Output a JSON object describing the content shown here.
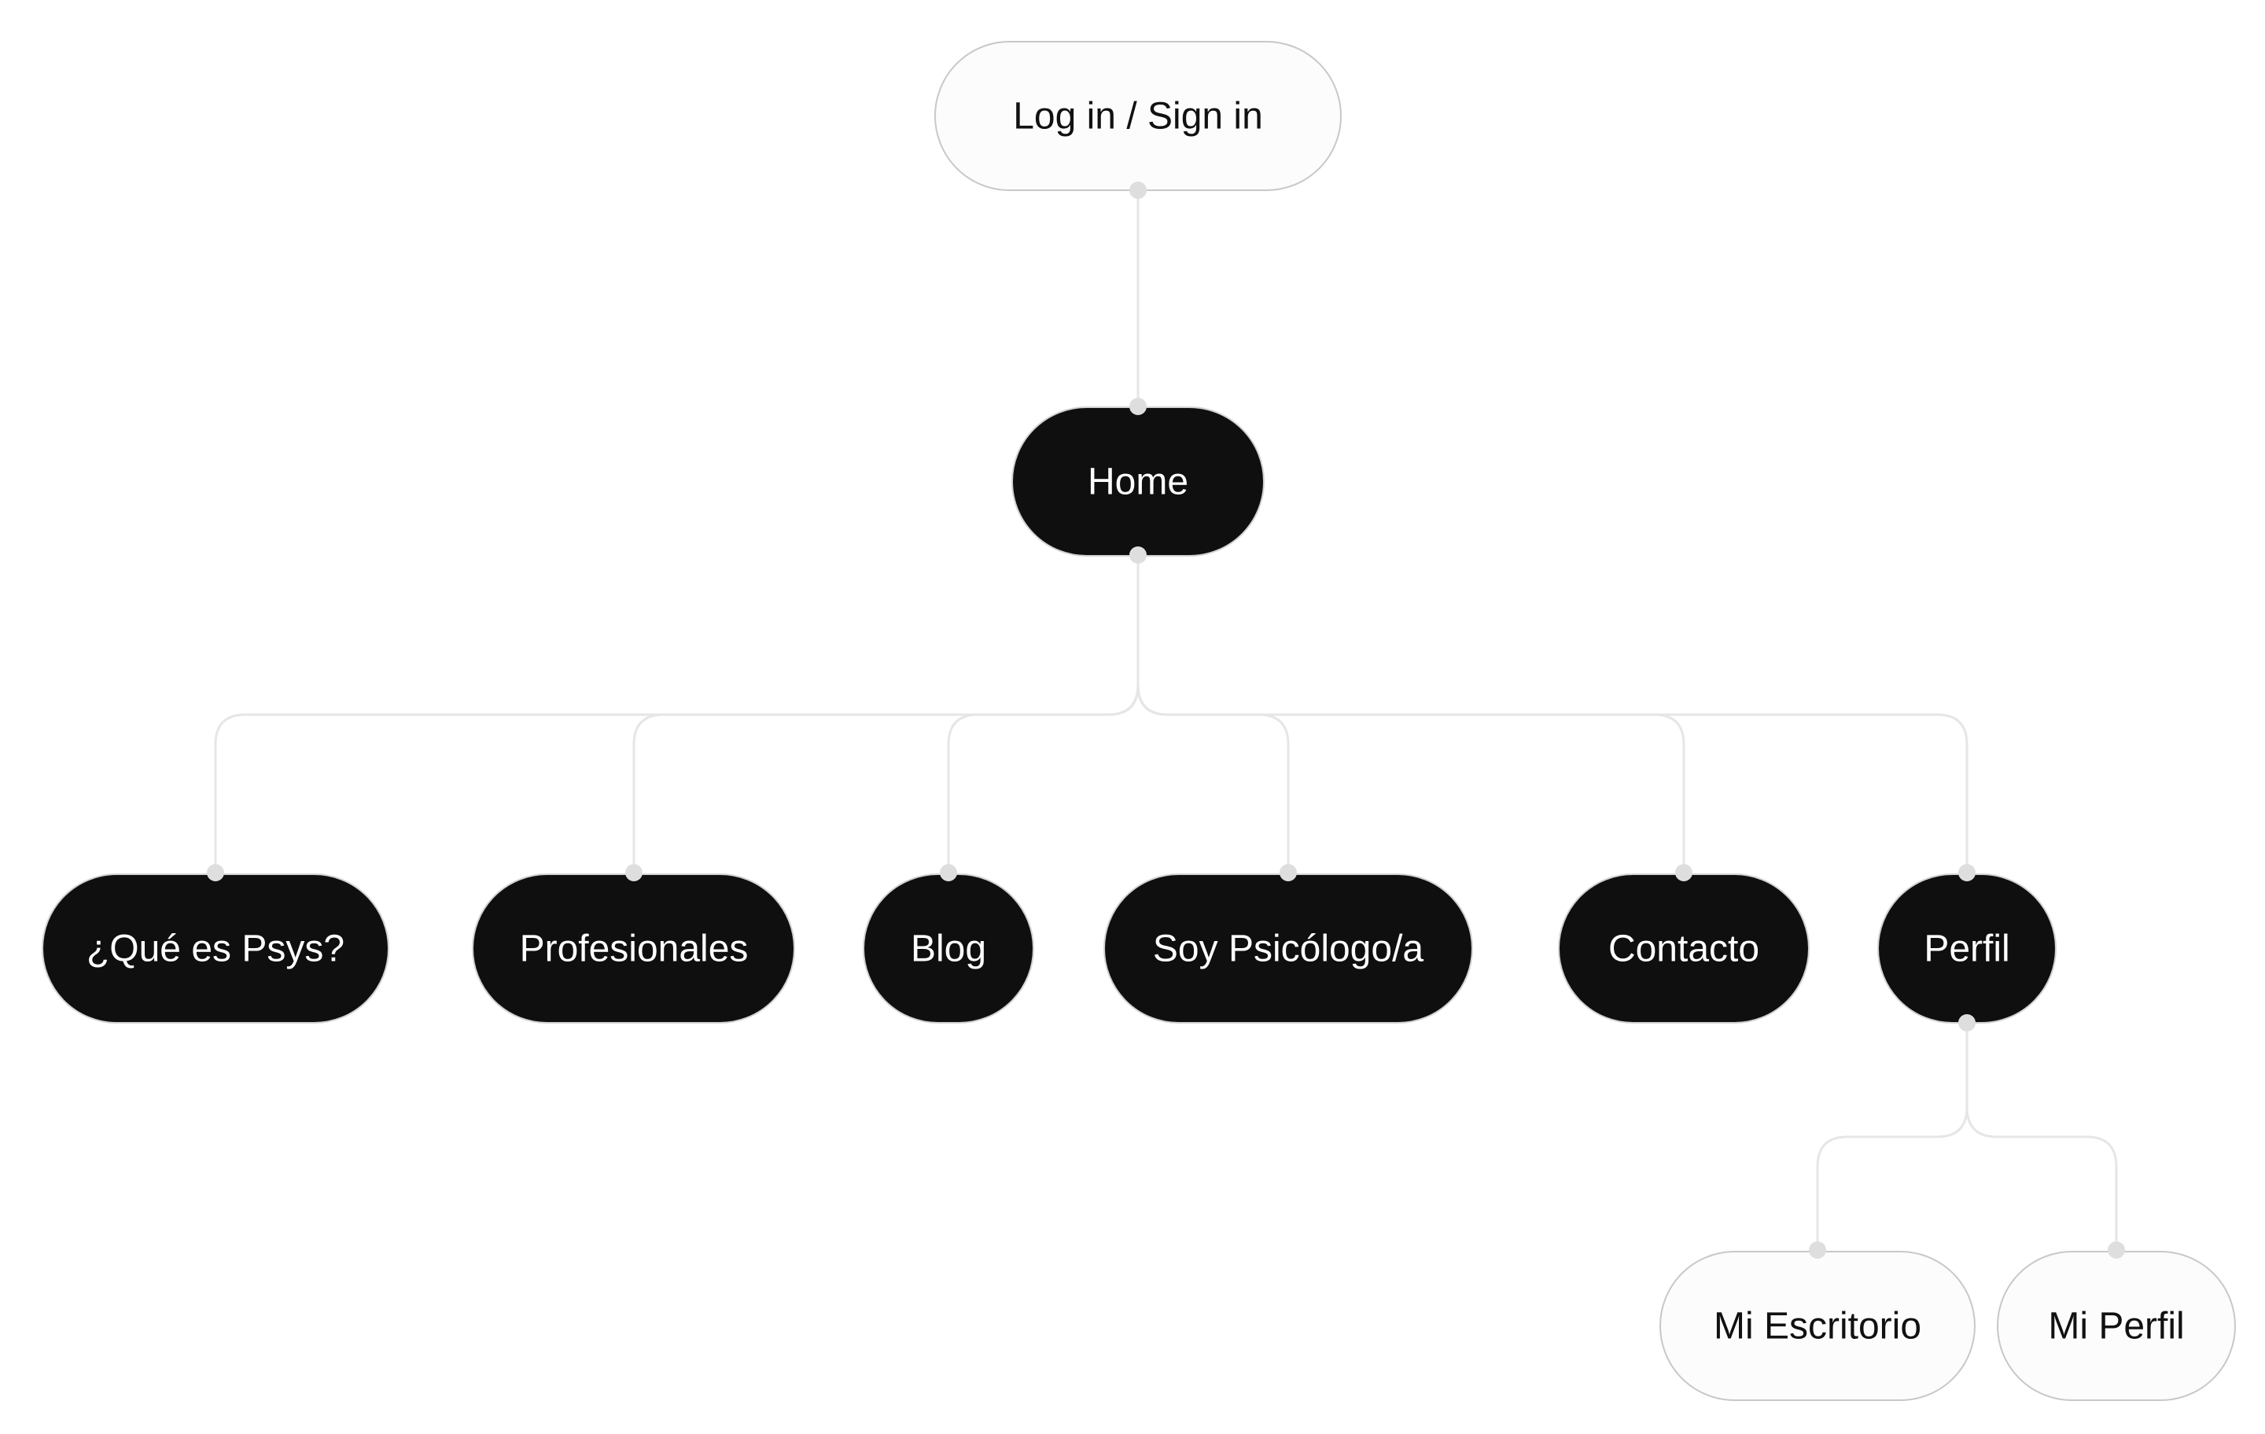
{
  "nodes": {
    "login": "Log in / Sign in",
    "home": "Home",
    "que_es": "¿Qué es Psys?",
    "profesionales": "Profesionales",
    "blog": "Blog",
    "soy_psicologo": "Soy Psicólogo/a",
    "contacto": "Contacto",
    "perfil": "Perfil",
    "mi_escritorio": "Mi Escritorio",
    "mi_perfil": "Mi Perfil"
  },
  "colors": {
    "dark_node": "#0f0f0f",
    "light_node": "#fcfcfc",
    "connector": "#e6e6e6"
  }
}
